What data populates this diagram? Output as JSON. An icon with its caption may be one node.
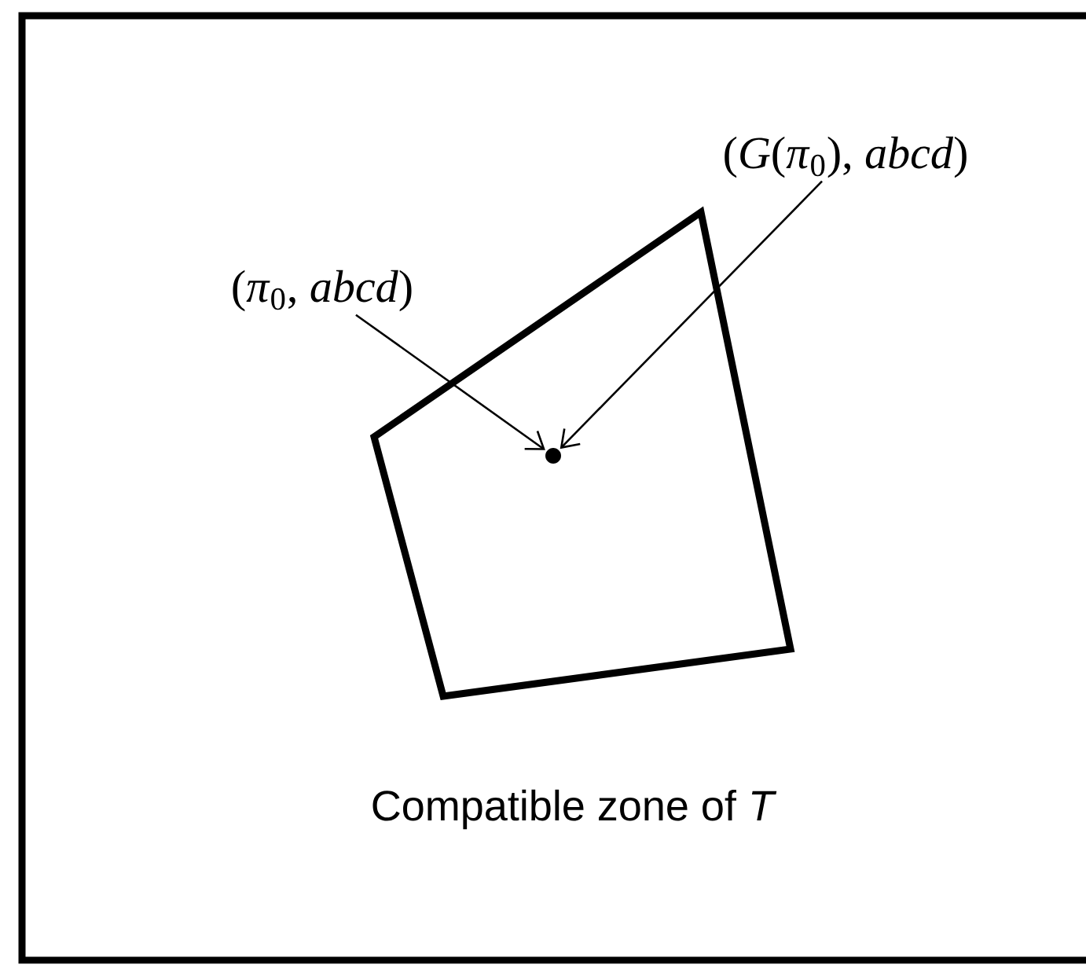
{
  "diagram": {
    "nodes": [
      {
        "text": [
          "Compatible zone of *T*"
        ]
      },
      {
        "text": [],
        "shape": "quadrilateral",
        "in": 0
      },
      {
        "text": [],
        "shape": "circle",
        "in": 1
      },
      {
        "text": [
          "(*π*$_{0}$, *abcd*)"
        ],
        "in": 0
      },
      {
        "text": [
          "(*G*(*π*$_{0}$), *abcd*)"
        ],
        "in": 0
      }
    ],
    "edges": [
      {
        "from": 3,
        "to": 2,
        "arrow": "to"
      },
      {
        "from": 4,
        "to": 2,
        "arrow": "to"
      }
    ]
  }
}
